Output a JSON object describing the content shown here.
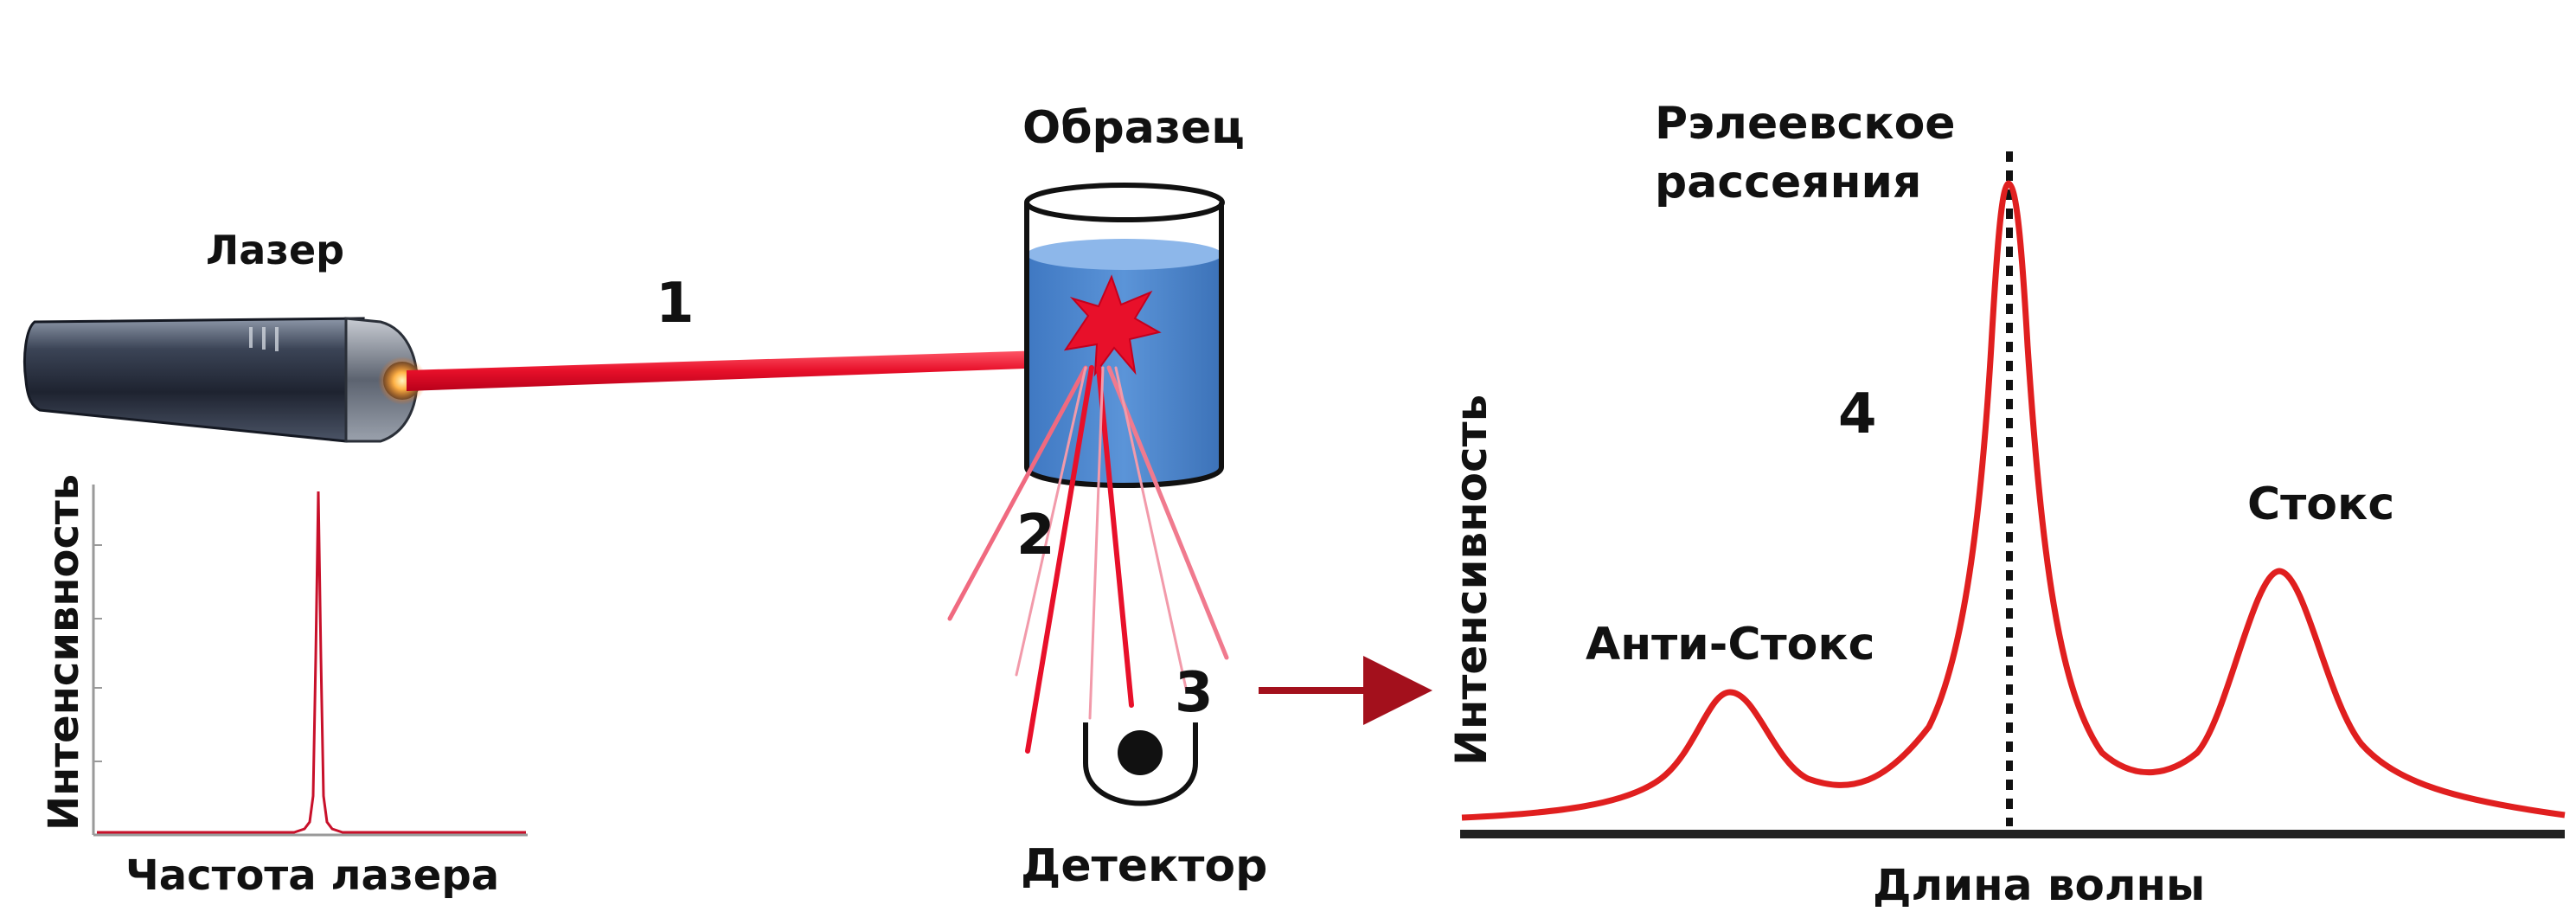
{
  "labels": {
    "laser": "Лазер",
    "sample": "Образец",
    "detector": "Детектор",
    "rayleigh_line1": "Рэлеевское",
    "rayleigh_line2": "рассеяния",
    "anti_stokes": "Анти-Стокс",
    "stokes": "Стокс"
  },
  "step_numbers": [
    "1",
    "2",
    "3",
    "4"
  ],
  "colors": {
    "laser_beam": "#e8102a",
    "spectrum_line": "#e01f1f",
    "laser_body": "#2b3240",
    "liquid": "#4a86cf",
    "arrow": "#a3101c"
  },
  "laser_spectrum": {
    "xlabel": "Частота лазера",
    "ylabel": "Интенсивность"
  },
  "raman_spectrum": {
    "xlabel": "Длина волны",
    "ylabel": "Интенсивность"
  }
}
